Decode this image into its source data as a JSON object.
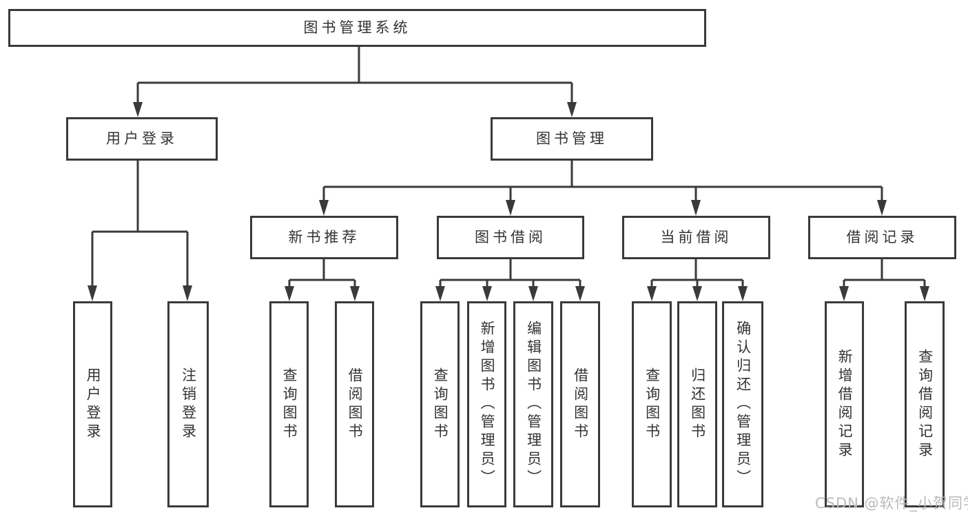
{
  "colors": {
    "background": "#ffffff",
    "line": "#3a3a3a",
    "text": "#333333",
    "watermark": "#bababa"
  },
  "watermark": {
    "text": "CSDN @软件_小贺同学"
  },
  "tree": {
    "label": "图书管理系统",
    "children": [
      {
        "label": "用户登录",
        "children": [
          {
            "label": "用户登录"
          },
          {
            "label": "注销登录"
          }
        ]
      },
      {
        "label": "图书管理",
        "children": [
          {
            "label": "新书推荐",
            "children": [
              {
                "label": "查询图书"
              },
              {
                "label": "借阅图书"
              }
            ]
          },
          {
            "label": "图书借阅",
            "children": [
              {
                "label": "查询图书"
              },
              {
                "label": "新增图书（管理员）"
              },
              {
                "label": "编辑图书（管理员）"
              },
              {
                "label": "借阅图书"
              }
            ]
          },
          {
            "label": "当前借阅",
            "children": [
              {
                "label": "查询图书"
              },
              {
                "label": "归还图书"
              },
              {
                "label": "确认归还（管理员）"
              }
            ]
          },
          {
            "label": "借阅记录",
            "children": [
              {
                "label": "新增借阅记录"
              },
              {
                "label": "查询借阅记录"
              }
            ]
          }
        ]
      }
    ]
  }
}
